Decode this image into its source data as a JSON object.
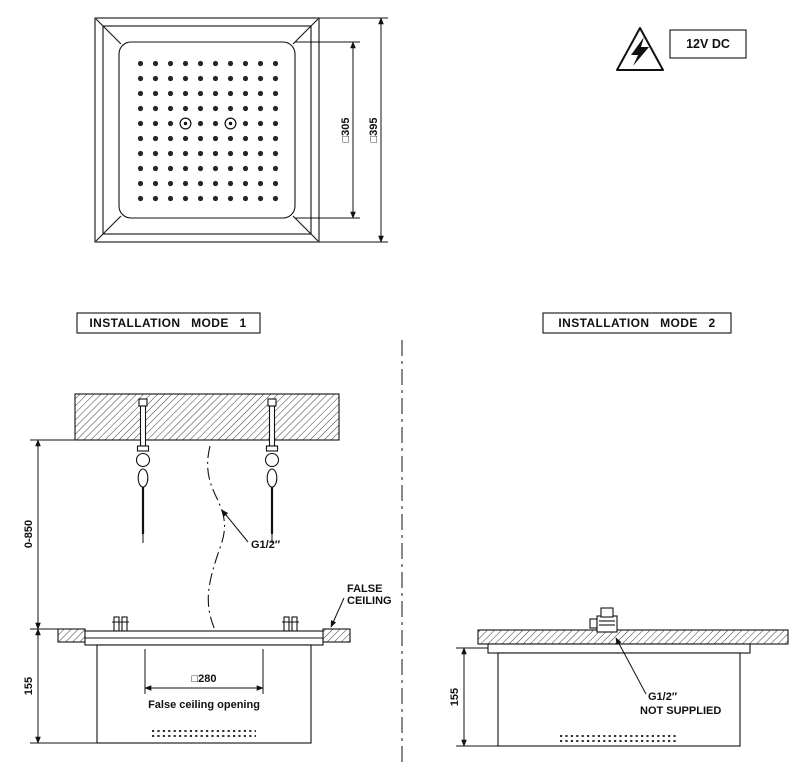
{
  "top_view": {
    "dim_inner": "□305",
    "dim_outer": "□395"
  },
  "power": {
    "voltage_label": "12V DC"
  },
  "mode1": {
    "title": "INSTALLATION MODE 1",
    "height_range_dim": "0-850",
    "unit_height_dim": "155",
    "supply_label": "G1/2″",
    "false_ceiling_line1": "FALSE",
    "false_ceiling_line2": "CEILING",
    "opening_dim": "□280",
    "opening_caption": "False ceiling opening"
  },
  "mode2": {
    "title": "INSTALLATION MODE 2",
    "unit_height_dim": "155",
    "supply_label_line1": "G1/2″",
    "supply_label_line2": "NOT SUPPLIED"
  }
}
